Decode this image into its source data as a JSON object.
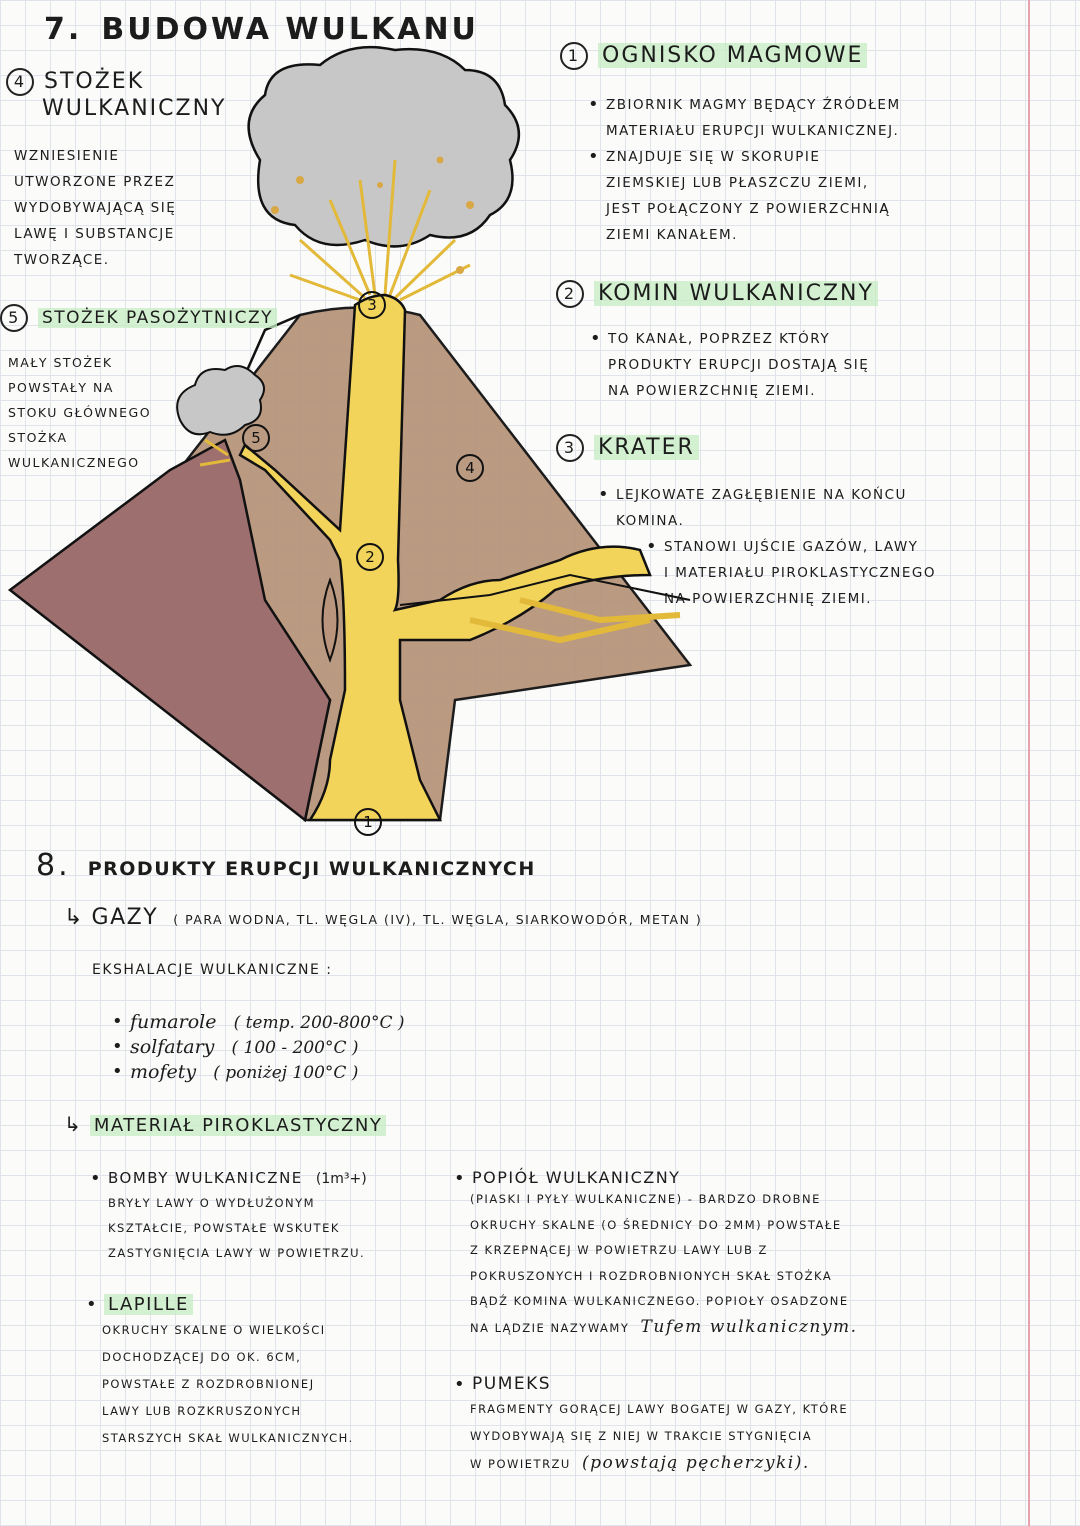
{
  "section7": {
    "number": "7.",
    "title": "Budowa wulkanu",
    "cone": {
      "num": "4",
      "title_line1": "Stożek",
      "title_line2": "wulkaniczny",
      "text": [
        "wzniesienie",
        "utworzone przez",
        "wydobywającą się",
        "lawę i substancje",
        "tworzące."
      ]
    },
    "parasitic": {
      "num": "5",
      "title": "Stożek pasożytniczy",
      "text": [
        "mały stożek",
        "powstały na",
        "stoku głównego",
        "stożka",
        "wulkanicznego"
      ]
    },
    "chamber": {
      "num": "1",
      "title": "Ognisko magmowe",
      "bullets": [
        [
          "zbiornik magmy będący źródłem",
          "materiału erupcji wulkanicznej."
        ],
        [
          "znajduje się w skorupie",
          "ziemskiej lub płaszczu ziemi,",
          "jest połączony z powierzchnią",
          "ziemi kanałem."
        ]
      ]
    },
    "vent": {
      "num": "2",
      "title": "Komin wulkaniczny",
      "bullets": [
        [
          "to kanał, poprzez który",
          "produkty erupcji dostają się",
          "na powierzchnię ziemi."
        ]
      ]
    },
    "crater": {
      "num": "3",
      "title": "Krater",
      "bullet1": [
        "lejkowate zagłębienie na końcu",
        "komina."
      ],
      "bullet2": [
        "stanowi ujście gazów, lawy",
        "i materiału piroklastycznego",
        "na powierzchnię ziemi."
      ]
    },
    "diagram_labels": [
      "1",
      "2",
      "3",
      "4",
      "5"
    ]
  },
  "section8": {
    "number": "8.",
    "title": "Produkty erupcji wulkanicznych",
    "gases": {
      "arrow": "↳",
      "title": "Gazy",
      "detail": "( para wodna, tl. węgla (IV), tl. węgla, siarkowodór, metan )",
      "exhalations_title": "Ekshalacje wulkaniczne :",
      "items": [
        {
          "name": "fumarole",
          "temp": "( temp. 200-800°C )"
        },
        {
          "name": "solfatary",
          "temp": "( 100 - 200°C )"
        },
        {
          "name": "mofety",
          "temp": "( poniżej 100°C )"
        }
      ]
    },
    "pyroclastic": {
      "arrow": "↳",
      "title": "Materiał piroklastyczny",
      "bombs": {
        "title": "Bomby wulkaniczne",
        "size": "(1m³+)",
        "text": [
          "bryły lawy o wydłużonym",
          "kształcie, powstałe wskutek",
          "zastygnięcia lawy w powietrzu."
        ]
      },
      "lapille": {
        "title": "Lapille",
        "text": [
          "okruchy skalne o wielkości",
          "dochodzącej do ok. 6cm,",
          "powstałe z rozdrobnionej",
          "lawy lub rozkruszonych",
          "starszych skał wulkanicznych."
        ]
      },
      "ash": {
        "title": "Popiół wulkaniczny",
        "text": [
          "(piaski i pyły wulkaniczne) - bardzo drobne",
          "okruchy skalne (o średnicy do 2mm) powstałe",
          "z krzepnącej w powietrzu lawy lub z",
          "pokruszonych i rozdrobnionych skał stożka",
          "bądź komina wulkanicznego. popioły osadzone"
        ],
        "last_plain": "na lądzie nazywamy",
        "last_script": "Tufem wulkanicznym."
      },
      "pumice": {
        "title": "Pumeks",
        "text": [
          "fragmenty gorącej lawy bogatej w gazy, które",
          "wydobywają się z niej w trakcie stygnięcia"
        ],
        "last_plain": "w powietrzu",
        "last_script": "(powstają pęcherzyki)."
      }
    }
  },
  "colors": {
    "cone_brown": "#b8957c",
    "parasitic_maroon": "#9d6f6f",
    "lava_yellow": "#f2d45a",
    "ash_gray": "#bdbdbd",
    "highlight_green": "#c6eec2",
    "margin_red": "#e7a3ad"
  }
}
